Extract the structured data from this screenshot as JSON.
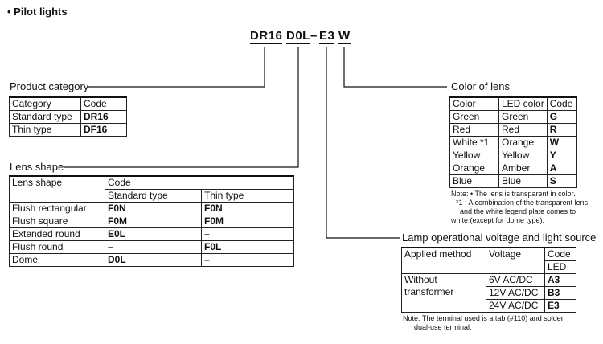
{
  "title": "• Pilot lights",
  "model_code": {
    "parts": [
      "DR16",
      "D0L",
      "–",
      "E3",
      "W"
    ]
  },
  "product_category": {
    "label": "Product category",
    "headers": [
      "Category",
      "Code"
    ],
    "rows": [
      [
        "Standard type",
        "DR16"
      ],
      [
        "Thin type",
        "DF16"
      ]
    ]
  },
  "lens_shape": {
    "label": "Lens shape",
    "header1": [
      "Lens shape",
      "Code"
    ],
    "header2": [
      "Standard type",
      "Thin type"
    ],
    "rows": [
      [
        "Flush rectangular",
        "F0N",
        "F0N"
      ],
      [
        "Flush square",
        "F0M",
        "F0M"
      ],
      [
        "Extended round",
        "E0L",
        "–"
      ],
      [
        "Flush round",
        "–",
        "F0L"
      ],
      [
        "Dome",
        "D0L",
        "–"
      ]
    ]
  },
  "color_of_lens": {
    "label": "Color of lens",
    "headers": [
      "Color",
      "LED color",
      "Code"
    ],
    "rows": [
      [
        "Green",
        "Green",
        "G"
      ],
      [
        "Red",
        "Red",
        "R"
      ],
      [
        "White *1",
        "Orange",
        "W"
      ],
      [
        "Yellow",
        "Yellow",
        "Y"
      ],
      [
        "Orange",
        "Amber",
        "A"
      ],
      [
        "Blue",
        "Blue",
        "S"
      ]
    ],
    "notes": [
      "Note: • The lens is transparent in color.",
      "*1 : A combination of the transparent lens",
      "and the white legend plate comes to",
      "white (except for dome type)."
    ]
  },
  "lamp_voltage": {
    "label": "Lamp operational voltage and light source",
    "headers": [
      "Applied method",
      "Voltage",
      "Code"
    ],
    "subheader": "LED",
    "method": [
      "Without",
      "transformer"
    ],
    "rows": [
      [
        "6V AC/DC",
        "A3"
      ],
      [
        "12V AC/DC",
        "B3"
      ],
      [
        "24V AC/DC",
        "E3"
      ]
    ],
    "notes": [
      "Note: The terminal used is a tab (#110) and solder",
      "dual-use terminal."
    ]
  }
}
